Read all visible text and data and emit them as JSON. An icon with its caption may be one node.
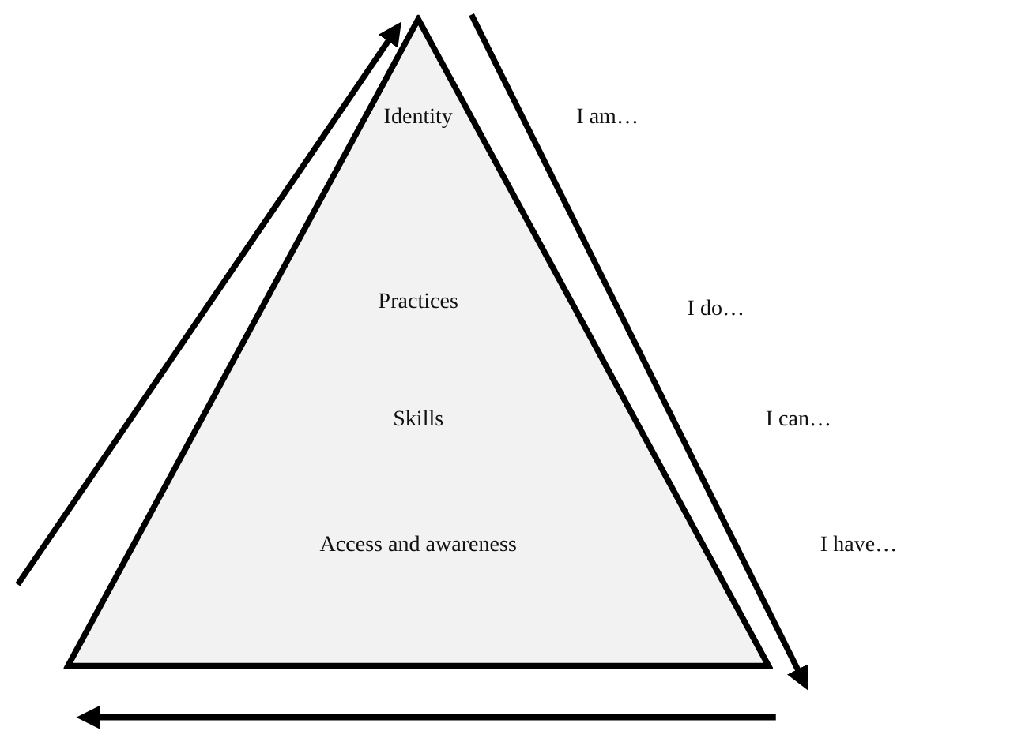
{
  "diagram": {
    "nodes": [
      {
        "text": [
          "Identity",
          "Practices",
          "Skills",
          "Access and awareness"
        ]
      }
    ],
    "labels": [
      "I am…",
      "I do…",
      "I can…",
      "I have…"
    ]
  }
}
